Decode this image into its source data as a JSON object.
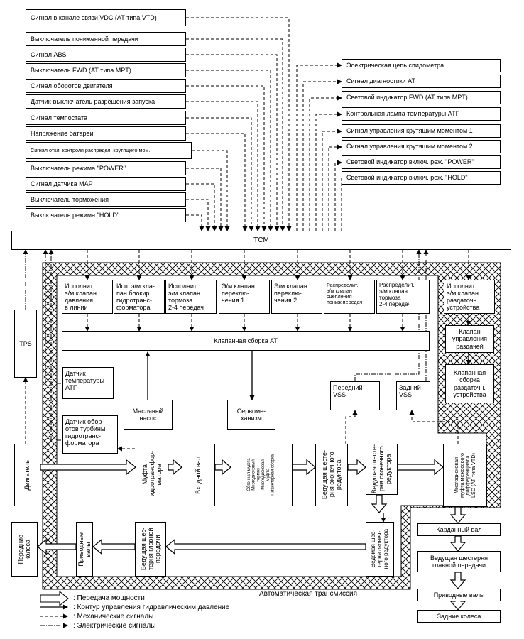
{
  "inputs": [
    "Сигнал в канале связи  VDC (АТ типа VTD)",
    "Выключатель пониженной передачи",
    "Сигнал ABS",
    "Выключатель FWD (АТ типа MPT)",
    "Сигнал оборотов двигателя",
    "Датчик-выключатель разрешения запуска",
    "Сигнал темпостата",
    "Напряжение батареи",
    "Сигнал откл. контроля распредел. крутящего мом.",
    "Выключатель режима \"POWER\"",
    "Сигнал датчика MAP",
    "Выключатель торможения",
    "Выключатель режима \"HOLD\""
  ],
  "outputs": [
    "Электрическая цепь спидометра",
    "Сигнал диагностики AT",
    "Световой индикатор FWD (АТ типа MPT)",
    "Контрольная лампа температуры ATF",
    "Сигнал управления крутящим моментом 1",
    "Сигнал управления крутящим моментом 2",
    "Световой индикатор включ. реж. \"POWER\"",
    "Световой индикатор включ. реж. \"HOLD\""
  ],
  "tcm": "TCM",
  "solenoids": [
    "Исполнит.\nэ/м клапан\nдавления\nв линии",
    "Исп. э/м кла-\nпан блокир.\nгидротранс-\nформатора",
    "Исполнит.\nэ/м клапан\nтормоза\n2-4 передач",
    "Э/м клапан\nпереклю-\nчения 1",
    "Э/м клапан\nпереклю-\nчения 2",
    "Распределит.\nэ/м клапан\nсцепления\nпониж.передач",
    "Распределит.\nэ/м клапан\nтормоза\n2-4 передач",
    "Исполнит.\nэ/м клапан\nраздаточн.\nустройства"
  ],
  "blocks": {
    "valve_body": "Клапанная сборка АТ",
    "tps": "TPS",
    "atf_sensor": "Датчик\nтемпературы\nATF",
    "turbine_sensor": "Датчик обор-\nотов турбины\nгидротранс-\nформатора",
    "oil_pump": "Масляный\nнасос",
    "servo": "Сервоме-\nханизм",
    "front_vss": "Передний\nVSS",
    "rear_vss": "Задний\nVSS",
    "transfer_valve": "Клапан\nуправления\nраздачей",
    "transfer_valve_body": "Клапанная\nсборка\nраздаточн.\nустройства",
    "engine": "Двигатель",
    "torque_converter": "Муфта\nгидротрансфор-\nматора",
    "input_shaft": "Входной вал",
    "clutches": "Обгонная муфта\nМногодисковый\nтормоз\nМногодисковая\nмуфта\nПланетарная сборка",
    "reduction_drive": "Ведущая шесте-\nрня оконечного\nредуктора",
    "reduction_drive2": "Ведущая шесте-\nрня оконечного\nредуктора",
    "center_diff": "Многодисковая\nмуфта межосевого\nдифференциала\nLSD (AT типа VTD)",
    "reduction_driven": "Ведомая шес-\nтерня оконеч-\nного редуктора",
    "final_drive_front": "Ведущая шес-\nтерня главной\nпередачи",
    "front_axles": "Приводные\nвалы",
    "front_wheels": "Передние\nколеса",
    "prop_shaft": "Карданный вал",
    "rear_final": "Ведущая шестерня\nглавной передачи",
    "rear_axles": "Приводные валы",
    "rear_wheels": "Задние колеса"
  },
  "at_label": "Автоматическая трансмиссия",
  "legend": [
    ": Передача мощности",
    ": Контур управления гидравлическим давление",
    ": Механические сигналы",
    ": Электрические сигналы"
  ]
}
